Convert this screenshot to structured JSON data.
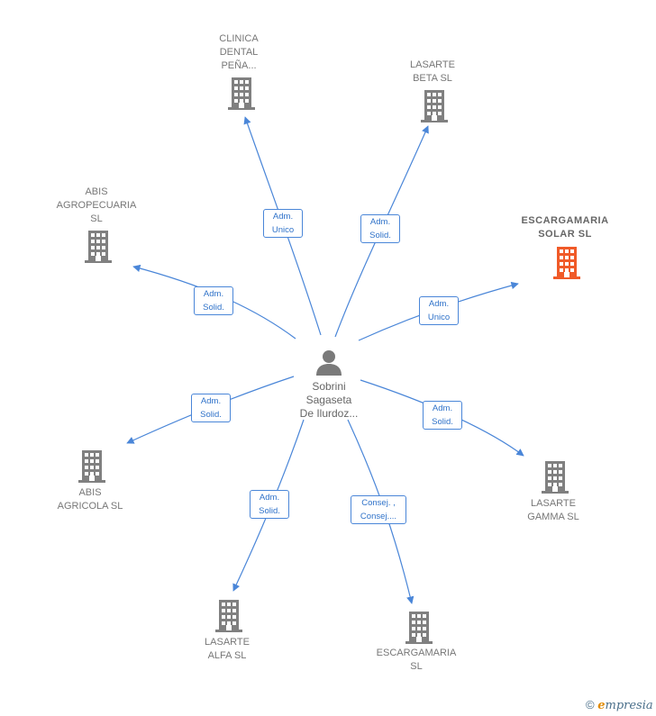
{
  "center": {
    "name": "Sobrini\nSagaseta\nDe Ilurdoz..."
  },
  "companies": [
    {
      "id": "clinica",
      "name": "CLINICA\nDENTAL\nPEÑA...",
      "highlight": false
    },
    {
      "id": "lasarte_beta",
      "name": "LASARTE\nBETA  SL",
      "highlight": false
    },
    {
      "id": "abis_agro",
      "name": "ABIS\nAGROPECUARIA\nSL",
      "highlight": false
    },
    {
      "id": "escargamaria_solar",
      "name": "ESCARGAMARIA\nSOLAR  SL",
      "highlight": true
    },
    {
      "id": "abis_agricola",
      "name": "ABIS\nAGRICOLA  SL",
      "highlight": false
    },
    {
      "id": "lasarte_gamma",
      "name": "LASARTE\nGAMMA  SL",
      "highlight": false
    },
    {
      "id": "lasarte_alfa",
      "name": "LASARTE\nALFA  SL",
      "highlight": false
    },
    {
      "id": "escargamaria",
      "name": "ESCARGAMARIA\nSL",
      "highlight": false
    }
  ],
  "relations": [
    {
      "to": "clinica",
      "label": "Adm.\nUnico"
    },
    {
      "to": "lasarte_beta",
      "label": "Adm.\nSolid."
    },
    {
      "to": "abis_agro",
      "label": "Adm.\nSolid."
    },
    {
      "to": "escargamaria_solar",
      "label": "Adm.\nUnico"
    },
    {
      "to": "abis_agricola",
      "label": "Adm.\nSolid."
    },
    {
      "to": "lasarte_gamma",
      "label": "Adm.\nSolid."
    },
    {
      "to": "lasarte_alfa",
      "label": "Adm.\nSolid."
    },
    {
      "to": "escargamaria",
      "label": "Consej. ,\nConsej...."
    }
  ],
  "colors": {
    "edge": "#4a86d8",
    "building": "#808080",
    "highlight": "#f05a28",
    "person": "#7a7a7a"
  },
  "footer": {
    "copyright": "©",
    "brand_e": "e",
    "brand_rest": "mpresia"
  }
}
